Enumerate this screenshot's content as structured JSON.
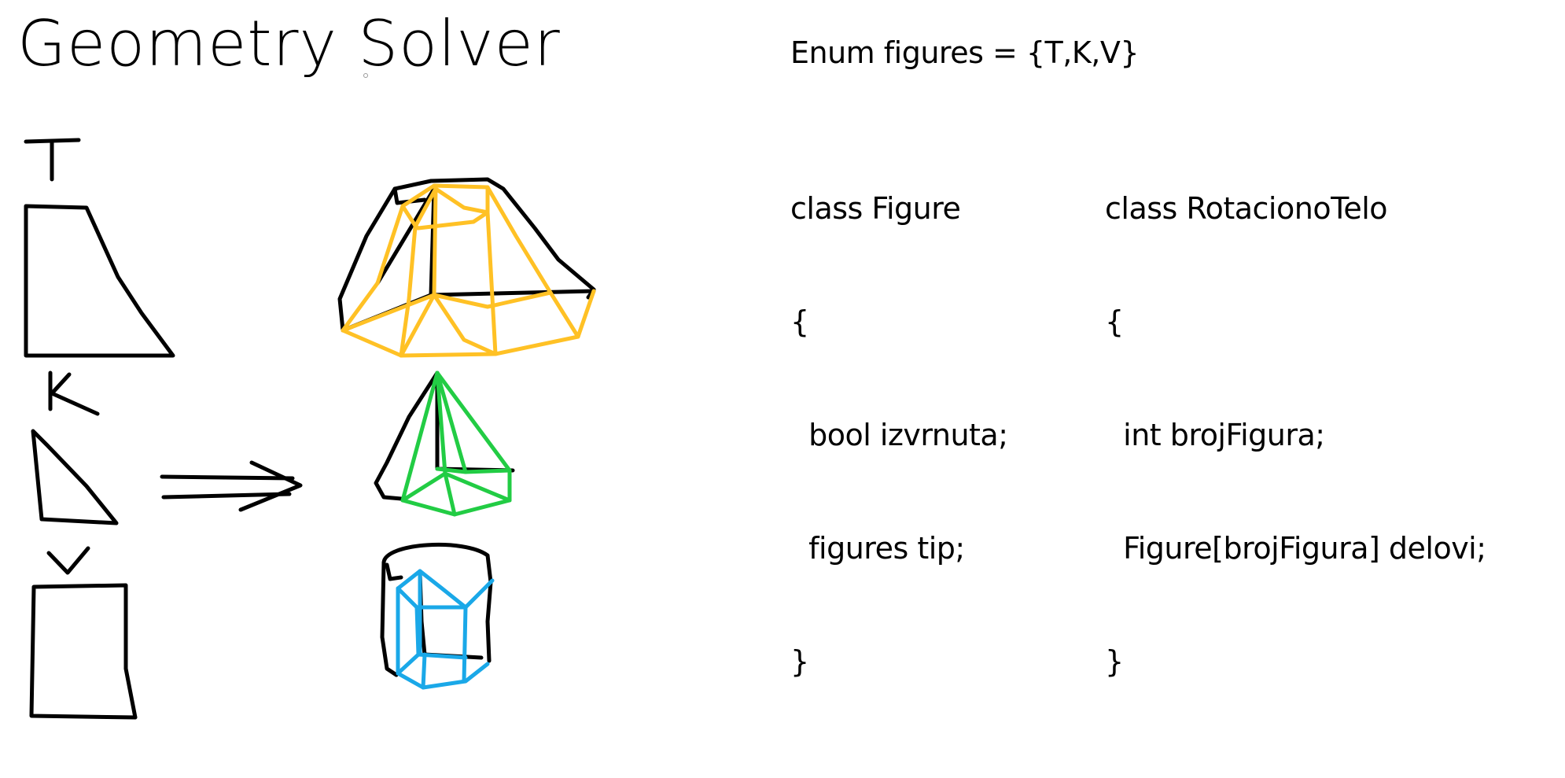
{
  "title": "Geometry Solver",
  "enum_line": "Enum figures = {T,K,V}",
  "class_figure": {
    "lines": [
      "class Figure",
      "{",
      "  bool izvrnuta;",
      "  figures tip;",
      "}"
    ]
  },
  "class_rotaciono": {
    "lines": [
      "class RotacionoTelo",
      "{",
      "  int brojFigura;",
      "  Figure[brojFigura] delovi;",
      "}"
    ]
  },
  "shape_labels": [
    "T",
    "K",
    "V"
  ],
  "colors": {
    "ink": "#000000",
    "frustum_mesh": "#FFC125",
    "cone_mesh": "#22CC44",
    "cylinder_mesh": "#1AA8E8"
  },
  "icons": [
    "trapezoid-shape",
    "right-triangle-shape",
    "rectangle-shape",
    "double-arrow",
    "frustum-solid",
    "cone-solid",
    "cylinder-solid"
  ]
}
